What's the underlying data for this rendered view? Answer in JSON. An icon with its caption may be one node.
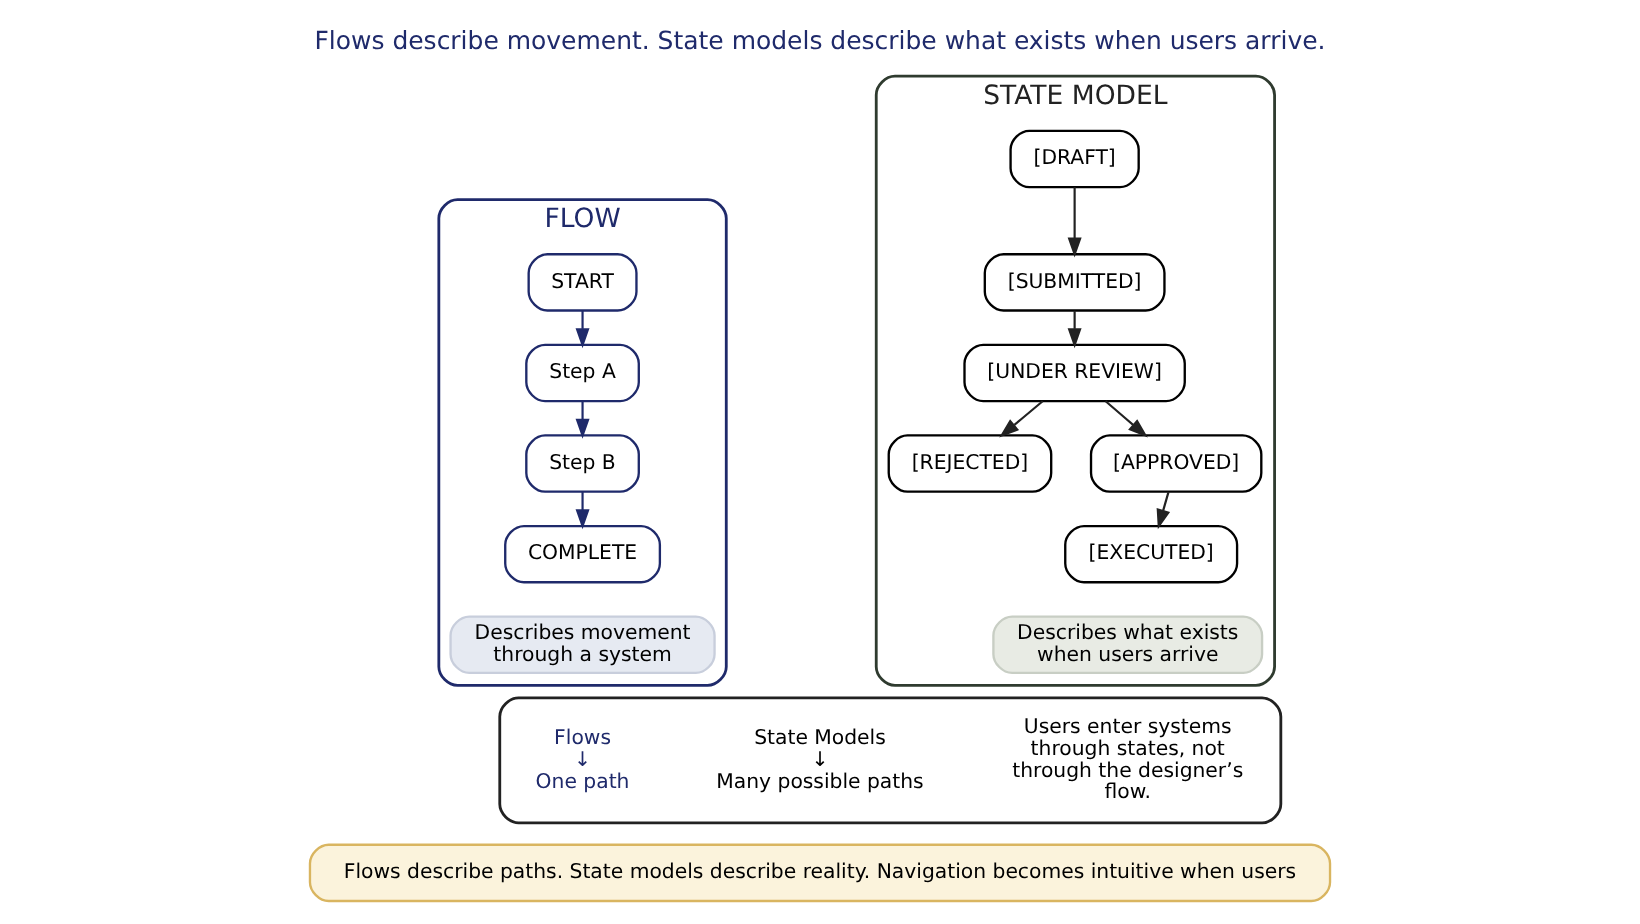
{
  "diagram": {
    "title": "Flows describe movement. State models describe what exists when users arrive.",
    "nodes": [
      {
        "text": [
          "FLOW"
        ]
      },
      {
        "text": [
          "START"
        ],
        "in": 0
      },
      {
        "text": [
          "Step A"
        ],
        "in": 0
      },
      {
        "text": [
          "Step B"
        ],
        "in": 0
      },
      {
        "text": [
          "COMPLETE"
        ],
        "in": 0
      },
      {
        "text": [
          "Describes movement through a system"
        ],
        "in": 0
      },
      {
        "text": [
          "STATE MODEL"
        ]
      },
      {
        "text": [
          "[DRAFT]"
        ],
        "in": 6
      },
      {
        "text": [
          "[SUBMITTED]"
        ],
        "in": 6
      },
      {
        "text": [
          "[UNDER REVIEW]"
        ],
        "in": 6
      },
      {
        "text": [
          "[REJECTED]"
        ],
        "in": 6
      },
      {
        "text": [
          "[APPROVED]"
        ],
        "in": 6
      },
      {
        "text": [
          "[EXECUTED]"
        ],
        "in": 6
      },
      {
        "text": [
          "Describes what exists when users arrive"
        ],
        "in": 6
      },
      {
        "text": [],
        "shape": "box"
      },
      {
        "text": [
          "Flows",
          "↓",
          "One path"
        ],
        "in": 14
      },
      {
        "text": [
          "State Models",
          "↓",
          "Many possible paths"
        ],
        "in": 14
      },
      {
        "text": [
          "Users enter systems through states, not through the designer’s flow."
        ],
        "in": 14
      },
      {
        "text": [
          "Flows describe paths. State models describe reality. Navigation becomes intuitive when users"
        ]
      }
    ],
    "edges": [
      {
        "from": 1,
        "to": 2,
        "arrow": "to",
        "color": "#1f2a6b"
      },
      {
        "from": 2,
        "to": 3,
        "arrow": "to",
        "color": "#1f2a6b"
      },
      {
        "from": 3,
        "to": 4,
        "arrow": "to",
        "color": "#1f2a6b"
      },
      {
        "from": 7,
        "to": 8,
        "arrow": "to"
      },
      {
        "from": 8,
        "to": 9,
        "arrow": "to"
      },
      {
        "from": 9,
        "to": 10,
        "arrow": "to"
      },
      {
        "from": 9,
        "to": 11,
        "arrow": "to"
      },
      {
        "from": 11,
        "to": 12,
        "arrow": "to"
      }
    ]
  }
}
